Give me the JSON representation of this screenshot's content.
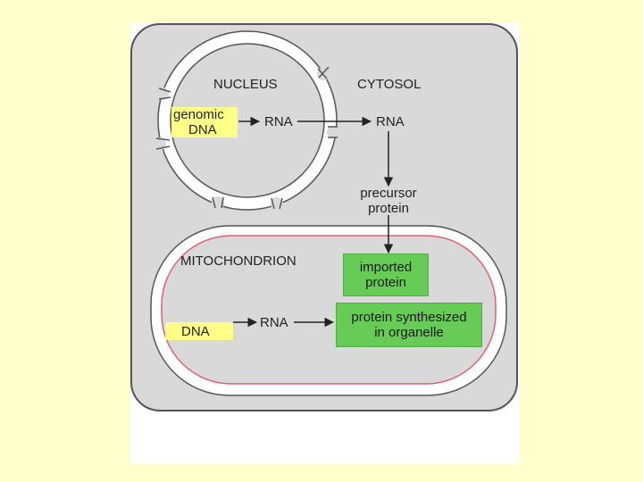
{
  "labels": {
    "nucleus": "NUCLEUS",
    "cytosol": "CYTOSOL",
    "mitochondrion": "MITOCHONDRION",
    "genomic": "genomic",
    "dna": "DNA",
    "rna_nucleus": "RNA",
    "rna_cytosol": "RNA",
    "precursor_line1": "precursor",
    "precursor_line2": "protein",
    "imported_line1": "imported",
    "imported_line2": "protein",
    "mito_dna": "DNA",
    "mito_rna": "RNA",
    "synth_line1": "protein synthesized",
    "synth_line2": "in organelle"
  },
  "colors": {
    "background": "#ffffcc",
    "compartment_fill": "#d9d9d9",
    "membrane": "#ffffff",
    "inner_membrane": "#e06070",
    "dna_highlight": "#ffff88",
    "protein_box": "#66cc55"
  }
}
